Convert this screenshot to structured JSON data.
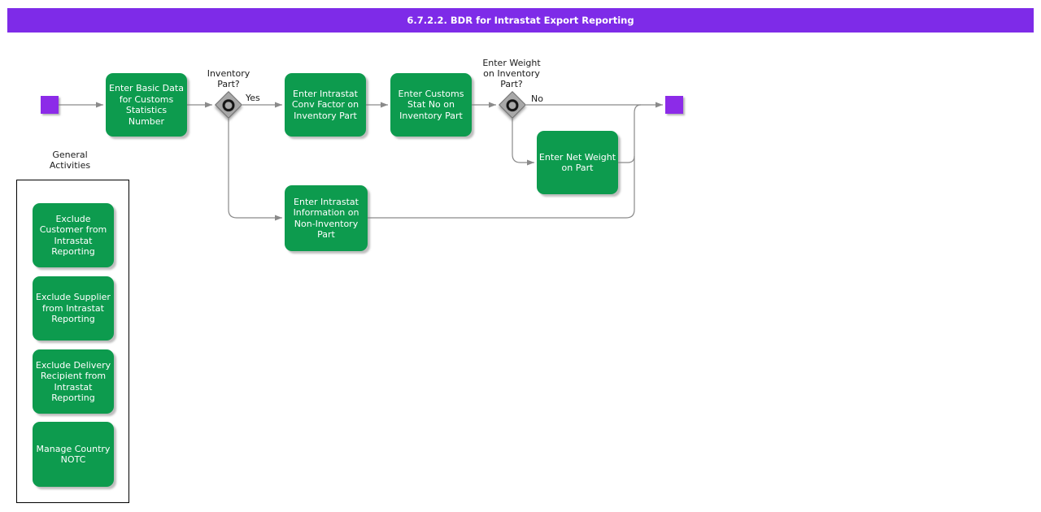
{
  "title_bar": {
    "text": "6.7.2.2. BDR for Intrastat Export Reporting"
  },
  "colors": {
    "title_bar_purple": "#7E2BE8",
    "terminal_node_purple": "#8C2BE8",
    "activity_green": "#0D9B4E",
    "connector_gray": "#8A8A8A",
    "decision_fill_gray": "#A8A8A8"
  },
  "flow": {
    "activities": [
      {
        "label": "Enter Basic Data\nfor Customs\nStatistics Number"
      },
      {
        "label": "Enter Intrastat\nConv Factor on\nInventory Part"
      },
      {
        "label": "Enter Customs\nStat No on\nInventory Part"
      },
      {
        "label": "Enter Net Weight\non Part"
      },
      {
        "label": "Enter Intrastat\nInformation on\nNon-Inventory\nPart"
      }
    ],
    "decisions": [
      {
        "question": "Inventory\nPart?",
        "branch_label": "Yes"
      },
      {
        "question": "Enter Weight\non Inventory\nPart?",
        "branch_label": "No"
      }
    ]
  },
  "general": {
    "title": "General\nActivities",
    "items": [
      {
        "label": "Exclude\nCustomer from\nIntrastat\nReporting"
      },
      {
        "label": "Exclude Supplier\nfrom Intrastat\nReporting"
      },
      {
        "label": "Exclude Delivery\nRecipient from\nIntrastat\nReporting"
      },
      {
        "label": "Manage Country\nNOTC"
      }
    ]
  }
}
